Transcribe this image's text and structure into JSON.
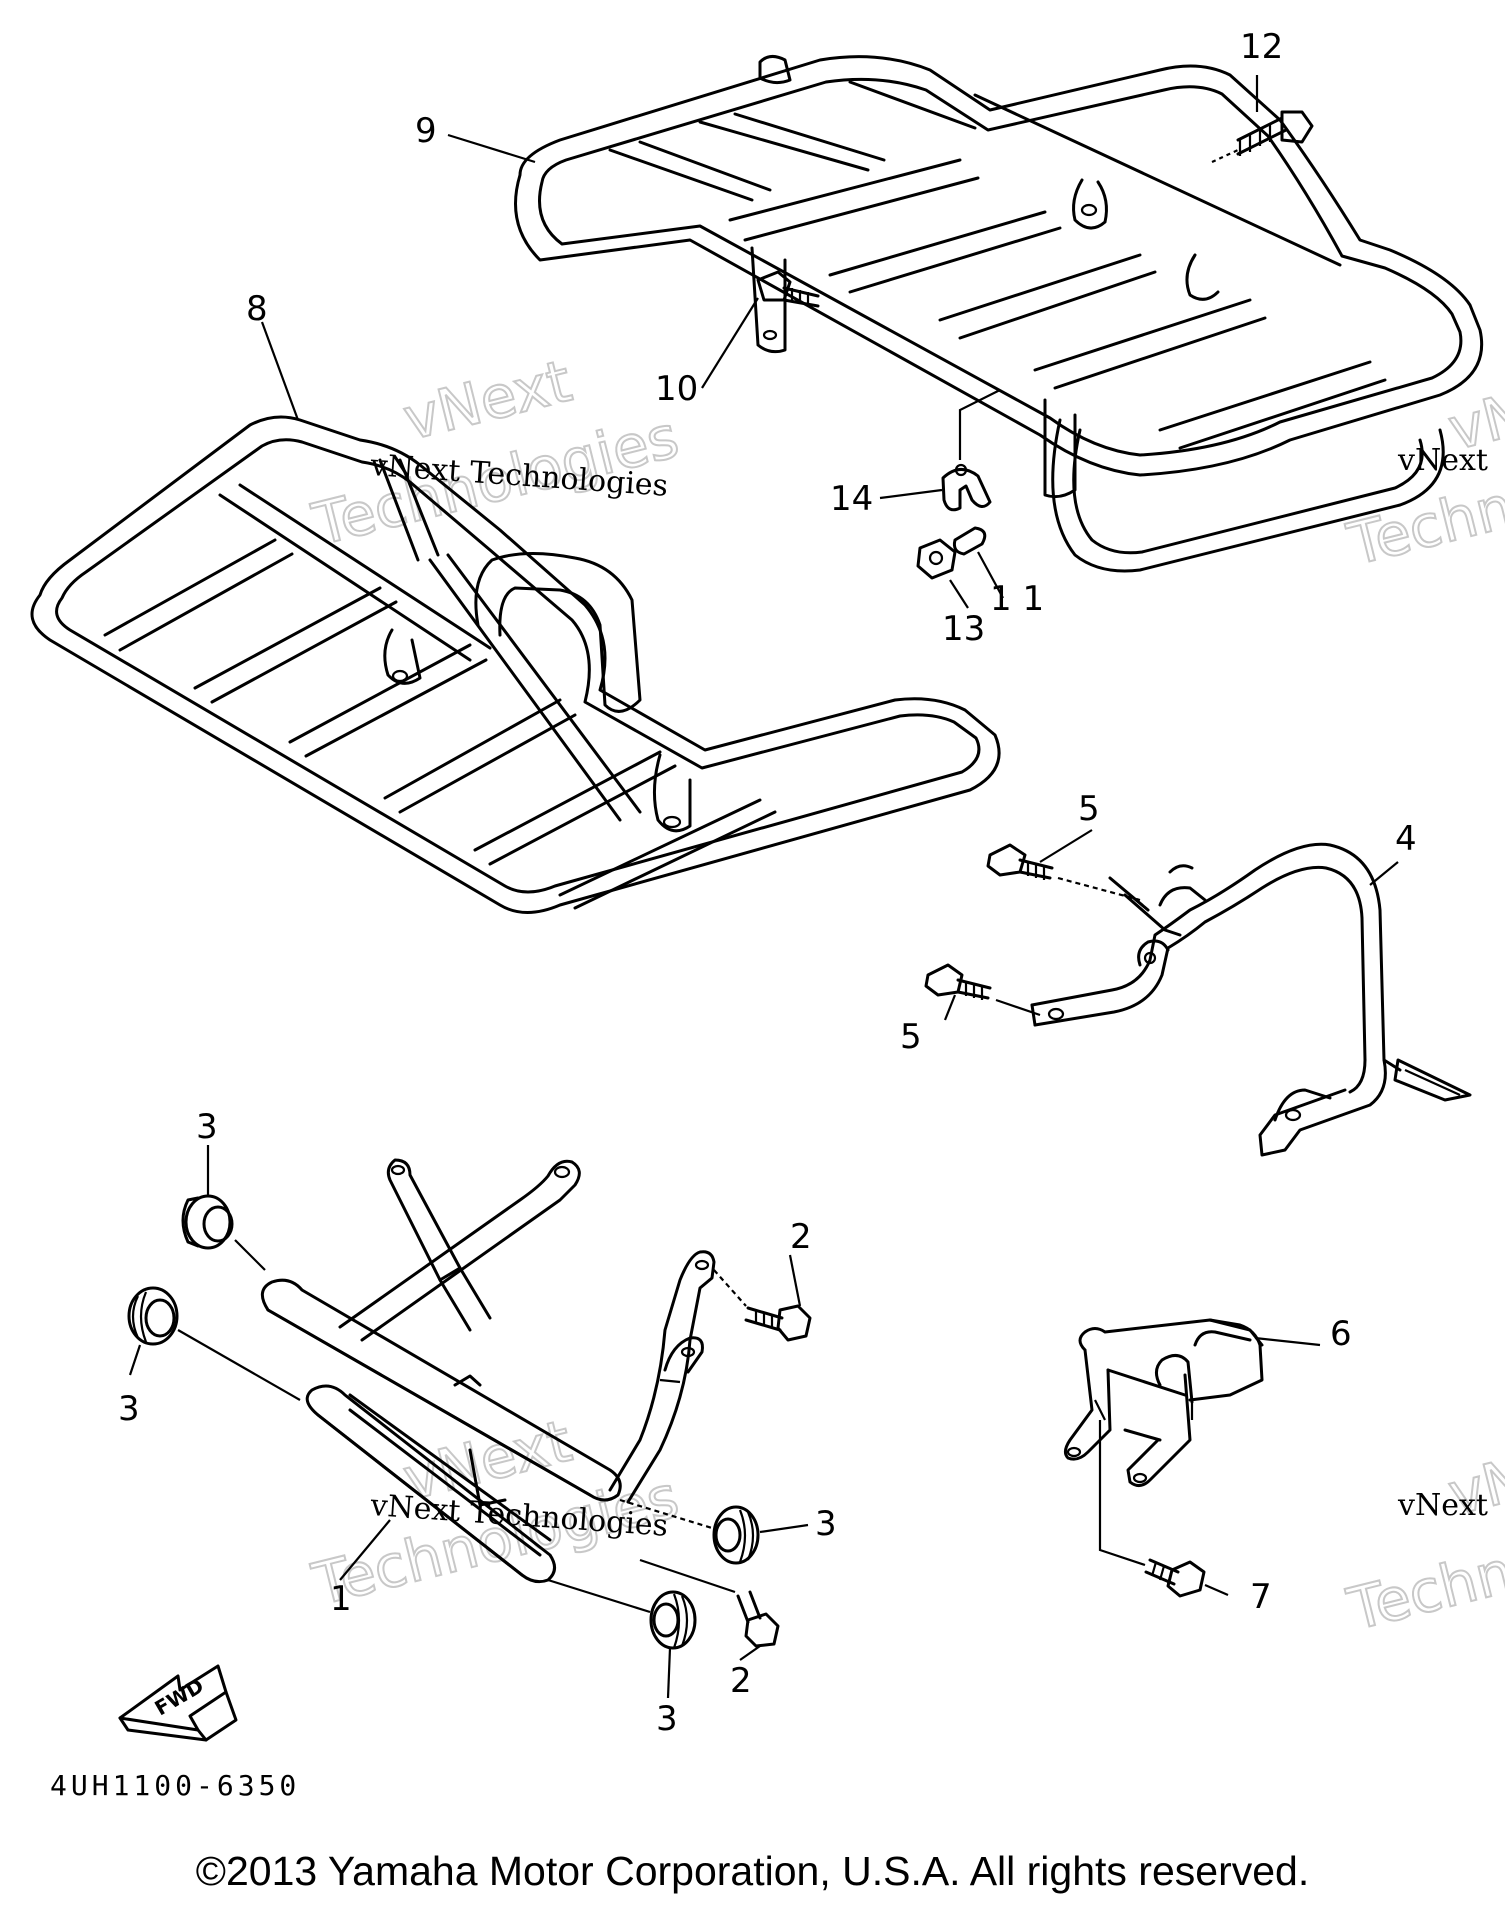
{
  "diagram_code": "4UH1100-6350",
  "copyright": "©2013 Yamaha Motor Corporation, U.S.A. All rights reserved.",
  "fwd_label": "FWD",
  "watermark": {
    "small": "vNext Technologies",
    "small_short": "vNext",
    "big_top": "vNext",
    "big_bottom": "Technologies",
    "big_edge": "Techn",
    "big_edge_top": "vN"
  },
  "callouts": {
    "c1": "1",
    "c2a": "2",
    "c2b": "2",
    "c3a": "3",
    "c3b": "3",
    "c3c": "3",
    "c3d": "3",
    "c4": "4",
    "c5a": "5",
    "c5b": "5",
    "c6": "6",
    "c7": "7",
    "c8": "8",
    "c9": "9",
    "c10": "10",
    "c11": "1 1",
    "c12": "12",
    "c13": "13",
    "c14": "14"
  }
}
